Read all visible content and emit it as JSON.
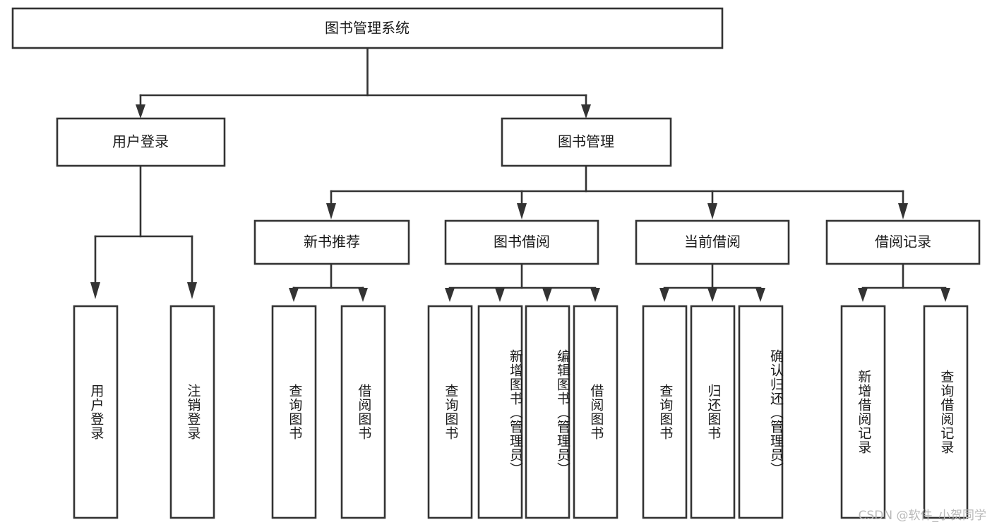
{
  "diagram": {
    "type": "tree-hierarchy-flowchart",
    "title": "图书管理系统",
    "orientation": "top-down",
    "watermark": "CSDN @软件_小贺同学",
    "style": {
      "box_fill": "#ffffff",
      "box_stroke": "#333333",
      "text_color": "#1a1a1a",
      "background": "#ffffff",
      "watermark_color": "#b9b9b9"
    },
    "levels": [
      {
        "level": 1,
        "nodes": [
          {
            "id": "root",
            "label": "图书管理系统",
            "orientation": "horizontal"
          }
        ]
      },
      {
        "level": 2,
        "nodes": [
          {
            "id": "user-login",
            "label": "用户登录",
            "orientation": "horizontal",
            "parent": "root"
          },
          {
            "id": "book-manage",
            "label": "图书管理",
            "orientation": "horizontal",
            "parent": "root"
          }
        ]
      },
      {
        "level": 3,
        "nodes": [
          {
            "id": "new-book-recommend",
            "label": "新书推荐",
            "orientation": "horizontal",
            "parent": "book-manage"
          },
          {
            "id": "book-borrow",
            "label": "图书借阅",
            "orientation": "horizontal",
            "parent": "book-manage"
          },
          {
            "id": "current-borrow",
            "label": "当前借阅",
            "orientation": "horizontal",
            "parent": "book-manage"
          },
          {
            "id": "borrow-record",
            "label": "借阅记录",
            "orientation": "horizontal",
            "parent": "book-manage"
          }
        ]
      },
      {
        "level": 4,
        "nodes": [
          {
            "id": "leaf-user-login",
            "label": "用户登录",
            "orientation": "vertical",
            "parent": "user-login"
          },
          {
            "id": "leaf-logout",
            "label": "注销登录",
            "orientation": "vertical",
            "parent": "user-login"
          },
          {
            "id": "leaf-query-book-1",
            "label": "查询图书",
            "orientation": "vertical",
            "parent": "new-book-recommend"
          },
          {
            "id": "leaf-borrow-book-1",
            "label": "借阅图书",
            "orientation": "vertical",
            "parent": "new-book-recommend"
          },
          {
            "id": "leaf-query-book-2",
            "label": "查询图书",
            "orientation": "vertical",
            "parent": "book-borrow"
          },
          {
            "id": "leaf-add-book",
            "label": "新增图书（管理员）",
            "orientation": "vertical",
            "parent": "book-borrow"
          },
          {
            "id": "leaf-edit-book",
            "label": "编辑图书（管理员）",
            "orientation": "vertical",
            "parent": "book-borrow"
          },
          {
            "id": "leaf-borrow-book-2",
            "label": "借阅图书",
            "orientation": "vertical",
            "parent": "book-borrow"
          },
          {
            "id": "leaf-query-book-3",
            "label": "查询图书",
            "orientation": "vertical",
            "parent": "current-borrow"
          },
          {
            "id": "leaf-return-book",
            "label": "归还图书",
            "orientation": "vertical",
            "parent": "current-borrow"
          },
          {
            "id": "leaf-confirm-return",
            "label": "确认归还（管理员）",
            "orientation": "vertical",
            "parent": "current-borrow"
          },
          {
            "id": "leaf-add-record",
            "label": "新增借阅记录",
            "orientation": "vertical",
            "parent": "borrow-record"
          },
          {
            "id": "leaf-query-record",
            "label": "查询借阅记录",
            "orientation": "vertical",
            "parent": "borrow-record"
          }
        ]
      }
    ]
  }
}
